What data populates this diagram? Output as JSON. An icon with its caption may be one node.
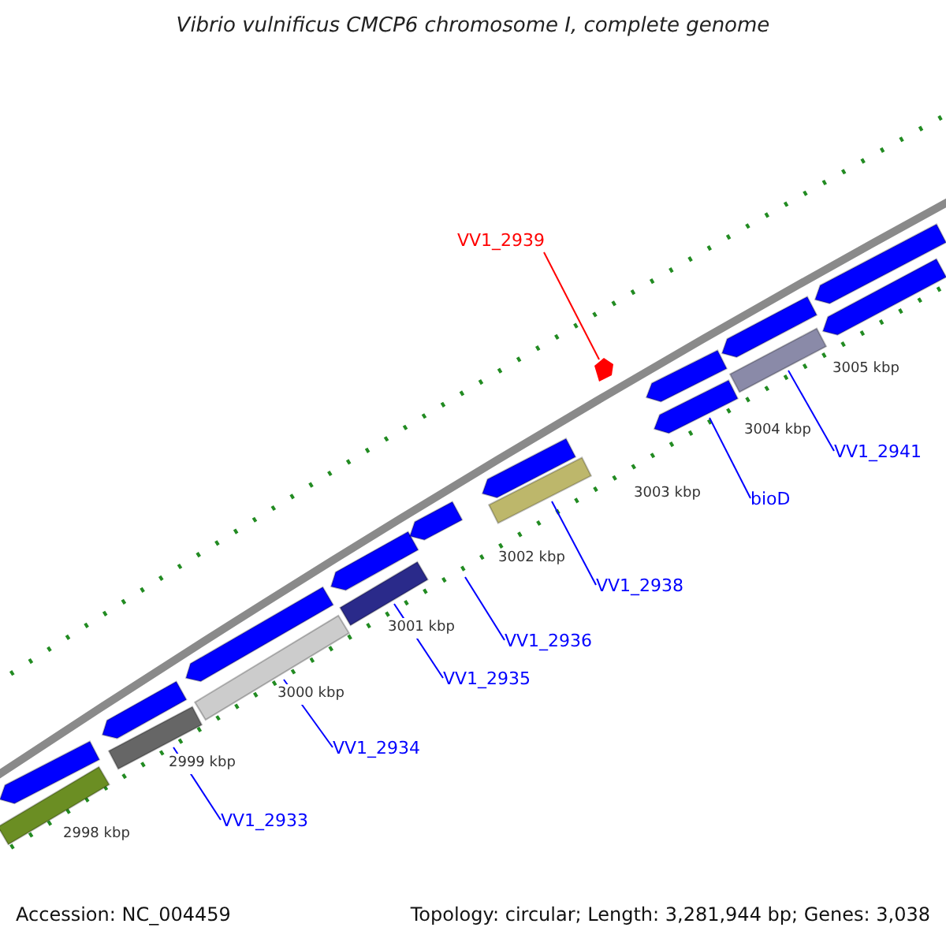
{
  "diagram": {
    "title": "Vibrio vulnificus CMCP6 chromosome I, complete genome",
    "nodes": [
      {
        "text": [
          "VV1_2939"
        ]
      },
      {
        "text": [],
        "shape": "pentagon"
      },
      {
        "text": [
          "VV1_2933"
        ]
      },
      {
        "text": [],
        "shape": "bar"
      },
      {
        "text": [
          "VV1_2934"
        ]
      },
      {
        "text": [],
        "shape": "bar"
      },
      {
        "text": [
          "VV1_2935"
        ]
      },
      {
        "text": [],
        "shape": "bar"
      },
      {
        "text": [
          "VV1_2936"
        ]
      },
      {
        "text": [
          "VV1_2938"
        ]
      },
      {
        "text": [],
        "shape": "bar"
      },
      {
        "text": [
          "bioD"
        ]
      },
      {
        "text": [],
        "shape": "bar"
      },
      {
        "text": [
          "VV1_2941"
        ]
      },
      {
        "text": [],
        "shape": "bar"
      },
      {
        "text": [],
        "shape": "bar"
      },
      {
        "text": [],
        "shape": "bar"
      },
      {
        "text": [],
        "shape": "bar"
      },
      {
        "text": [],
        "shape": "bar"
      },
      {
        "text": [],
        "shape": "bar"
      },
      {
        "text": [],
        "shape": "bar"
      },
      {
        "text": [],
        "shape": "bar"
      },
      {
        "text": [],
        "shape": "bar"
      },
      {
        "text": [],
        "shape": "bar"
      },
      {
        "text": [],
        "shape": "bar"
      },
      {
        "text": [],
        "shape": "bar"
      }
    ],
    "edges": [
      {
        "from": 0,
        "to": 1,
        "arrow": "none",
        "color": "#ff0000"
      },
      {
        "from": 2,
        "to": 3,
        "arrow": "none"
      },
      {
        "from": 4,
        "to": 5,
        "arrow": "none"
      },
      {
        "from": 6,
        "to": 7,
        "arrow": "none"
      },
      {
        "from": 8,
        "to": null,
        "arrow": "none"
      },
      {
        "from": 9,
        "to": 10,
        "arrow": "none"
      },
      {
        "from": 11,
        "to": 12,
        "arrow": "none"
      },
      {
        "from": 13,
        "to": 14,
        "arrow": "none"
      }
    ],
    "labels": [
      "3005 kbp",
      "3004 kbp",
      "3003 kbp",
      "3002 kbp",
      "3001 kbp",
      "3000 kbp",
      "2999 kbp",
      "2998 kbp",
      "Accession: NC_004459",
      "Topology: circular; Length: 3,281,944 bp; Genes: 3,038"
    ]
  }
}
